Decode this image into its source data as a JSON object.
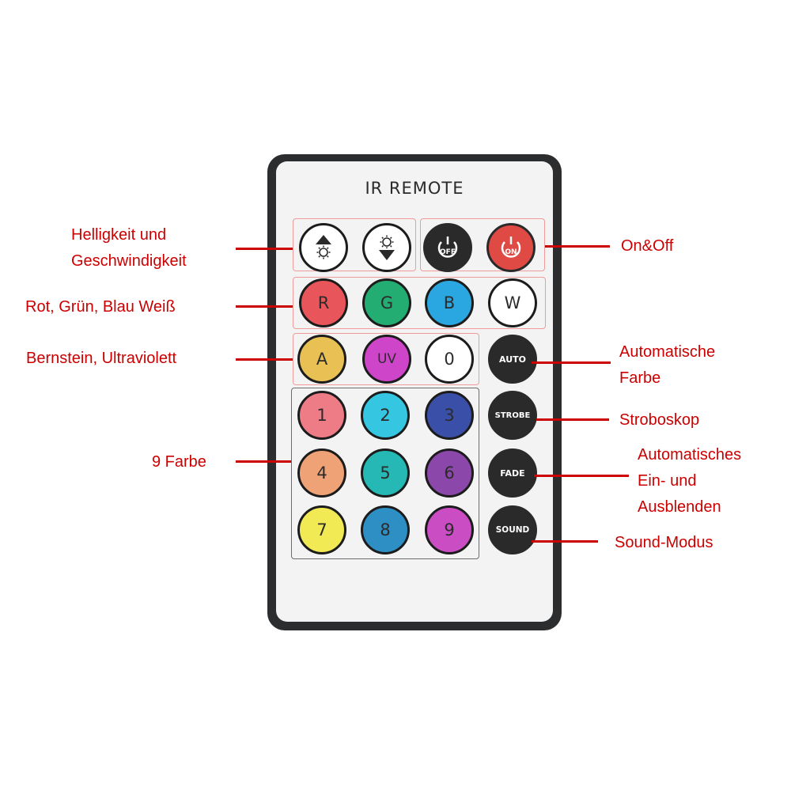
{
  "remote": {
    "title": "IR  REMOTE",
    "body_color": "#2b2d2e",
    "face_color": "#f3f3f3",
    "buttons": {
      "off": "OFF",
      "on": "ON",
      "r": "R",
      "g": "G",
      "b": "B",
      "w": "W",
      "a": "A",
      "uv": "UV",
      "zero": "0",
      "auto": "AUTO",
      "strobe": "STROBE",
      "fade": "FADE",
      "sound": "SOUND",
      "n1": "1",
      "n2": "2",
      "n3": "3",
      "n4": "4",
      "n5": "5",
      "n6": "6",
      "n7": "7",
      "n8": "8",
      "n9": "9"
    },
    "button_colors": {
      "r": "#e8555a",
      "g": "#24ad72",
      "b": "#2aa7e0",
      "w": "#ffffff",
      "a": "#e9c053",
      "uv": "#cf45c9",
      "zero": "#ffffff",
      "n1": "#ee7c86",
      "n2": "#35c7e1",
      "n3": "#3a4fa7",
      "n4": "#f0a277",
      "n5": "#25b8b4",
      "n6": "#8b47a9",
      "n7": "#f1ea55",
      "n8": "#2e8fc4",
      "n9": "#cb4dc4",
      "off": "#2a2a2a",
      "on": "#e04a44",
      "dark": "#2a2a2a"
    },
    "icons": [
      "brightness-up-icon",
      "brightness-down-icon",
      "power-icon"
    ]
  },
  "labels": {
    "brightness": [
      "Helligkeit und",
      "Geschwindigkeit"
    ],
    "rgbw": "Rot, Grün, Blau  Weiß",
    "amber_uv": "Bernstein, Ultraviolett",
    "nine": "9 Farbe",
    "onoff": "On&Off",
    "auto": [
      "Automatische",
      "Farbe"
    ],
    "strobe": "Stroboskop",
    "fade": [
      "Automatisches",
      "Ein- und",
      "Ausblenden"
    ],
    "sound": "Sound-Modus"
  },
  "annotation_color": "#cc0000"
}
